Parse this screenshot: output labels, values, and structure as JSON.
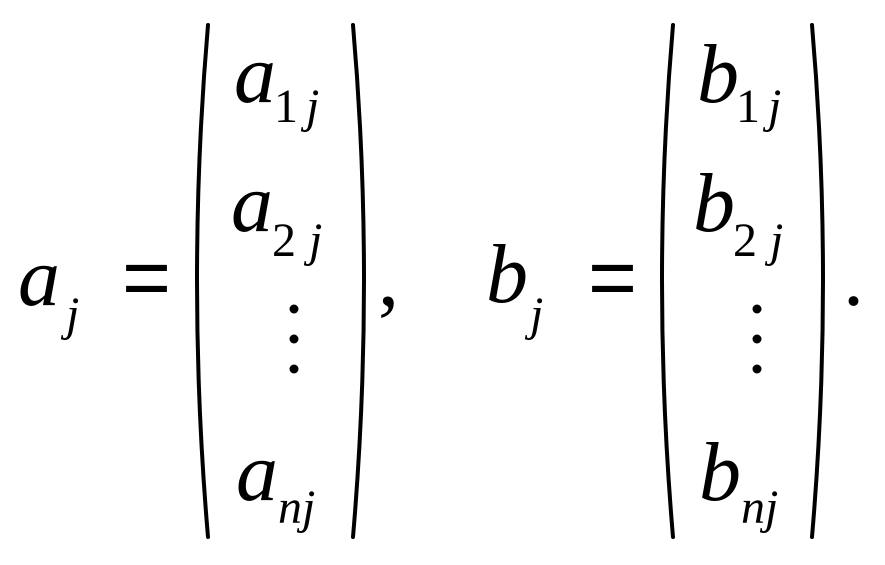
{
  "formula": {
    "lhs_a": {
      "base": "a",
      "sub": "j"
    },
    "equals": "=",
    "vector_a": [
      {
        "base": "a",
        "index": "1",
        "col": "j"
      },
      {
        "base": "a",
        "index": "2",
        "col": "j"
      },
      {
        "base": "a",
        "index": "n",
        "col": "j"
      }
    ],
    "comma": ",",
    "lhs_b": {
      "base": "b",
      "sub": "j"
    },
    "vector_b": [
      {
        "base": "b",
        "index": "1",
        "col": "j"
      },
      {
        "base": "b",
        "index": "2",
        "col": "j"
      },
      {
        "base": "b",
        "index": "n",
        "col": "j"
      }
    ],
    "period": "."
  }
}
